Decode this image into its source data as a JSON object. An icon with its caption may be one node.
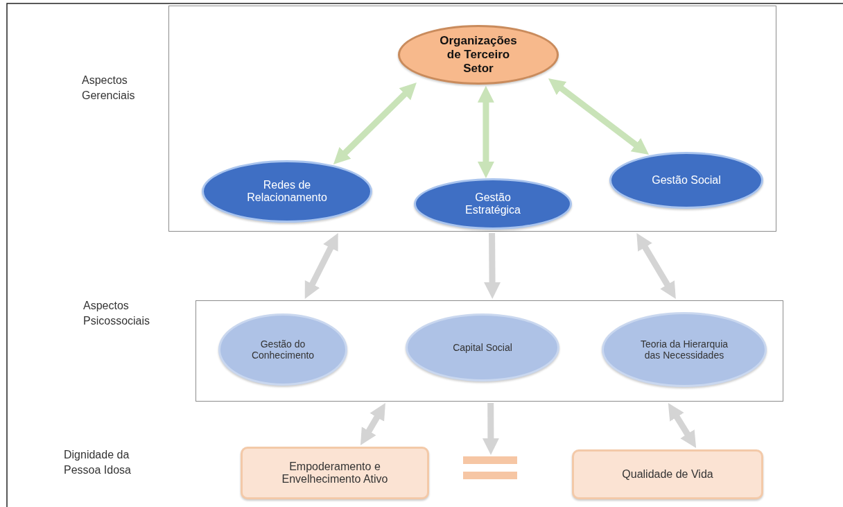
{
  "diagram": {
    "nodes": [
      {
        "text": [],
        "shape": "box"
      },
      {
        "text": [
          "Organizações de Terceiro Setor"
        ],
        "in": 0
      },
      {
        "text": [
          "Redes de Relacionamento"
        ],
        "in": 0
      },
      {
        "text": [
          "Gestão Estratégica"
        ],
        "in": 0
      },
      {
        "text": [
          "Gestão Social"
        ],
        "in": 0
      },
      {
        "text": [],
        "shape": "box"
      },
      {
        "text": [
          "Gestão do Conhecimento"
        ],
        "in": 5
      },
      {
        "text": [
          "Capital Social"
        ],
        "in": 5
      },
      {
        "text": [
          "Teoria da Hierarquia das Necessidades"
        ],
        "in": 5
      },
      {
        "text": [
          "Empoderamento e Envelhecimento Ativo"
        ]
      },
      {
        "text": [],
        "shape": "equals"
      },
      {
        "text": [
          "Qualidade de Vida"
        ]
      }
    ],
    "edges": [
      {
        "from": 1,
        "to": 2,
        "arrow": "both",
        "color": "#c9e3b8"
      },
      {
        "from": 1,
        "to": 3,
        "arrow": "both",
        "color": "#c9e3b8"
      },
      {
        "from": 1,
        "to": 4,
        "arrow": "both",
        "color": "#c9e3b8"
      },
      {
        "from": 0,
        "to": 5,
        "arrow": "both"
      },
      {
        "from": 0,
        "to": 5,
        "arrow": "to"
      },
      {
        "from": 0,
        "to": 5,
        "arrow": "both"
      },
      {
        "from": 5,
        "to": 9,
        "arrow": "both"
      },
      {
        "from": 5,
        "to": 10,
        "arrow": "to"
      },
      {
        "from": 5,
        "to": 11,
        "arrow": "both"
      }
    ],
    "labels": [
      "Aspectos Gerenciais",
      "Aspectos Psicossociais",
      "Dignidade da Pessoa Idosa"
    ]
  }
}
